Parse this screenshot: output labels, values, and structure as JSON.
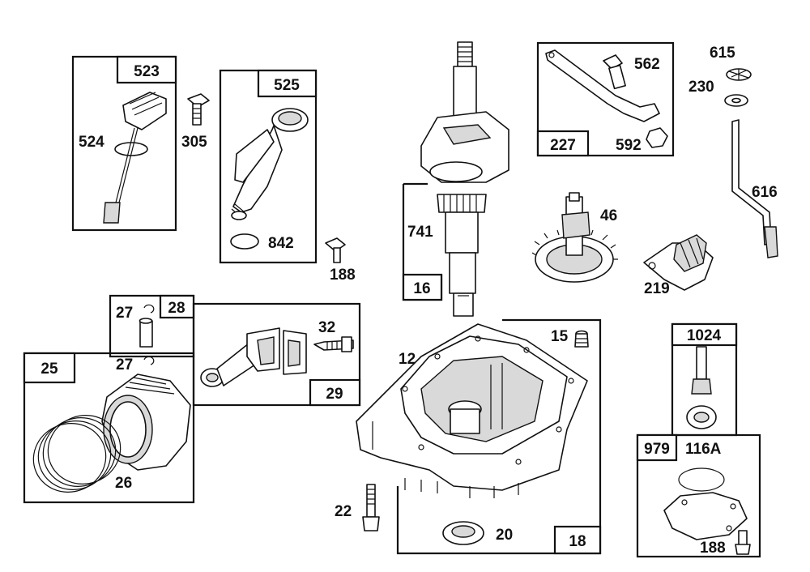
{
  "labels": {
    "l524": "524",
    "l523": "523",
    "l305": "305",
    "l525": "525",
    "l842": "842",
    "l188a": "188",
    "l741": "741",
    "l16": "16",
    "l562": "562",
    "l227": "227",
    "l592": "592",
    "l615": "615",
    "l230": "230",
    "l616": "616",
    "l46": "46",
    "l219": "219",
    "l27a": "27",
    "l28": "28",
    "l32": "32",
    "l29": "29",
    "l27b": "27",
    "l25": "25",
    "l26": "26",
    "l12": "12",
    "l15": "15",
    "l22": "22",
    "l20": "20",
    "l18": "18",
    "l1024": "1024",
    "l979": "979",
    "l116A": "116A",
    "l188b": "188"
  }
}
